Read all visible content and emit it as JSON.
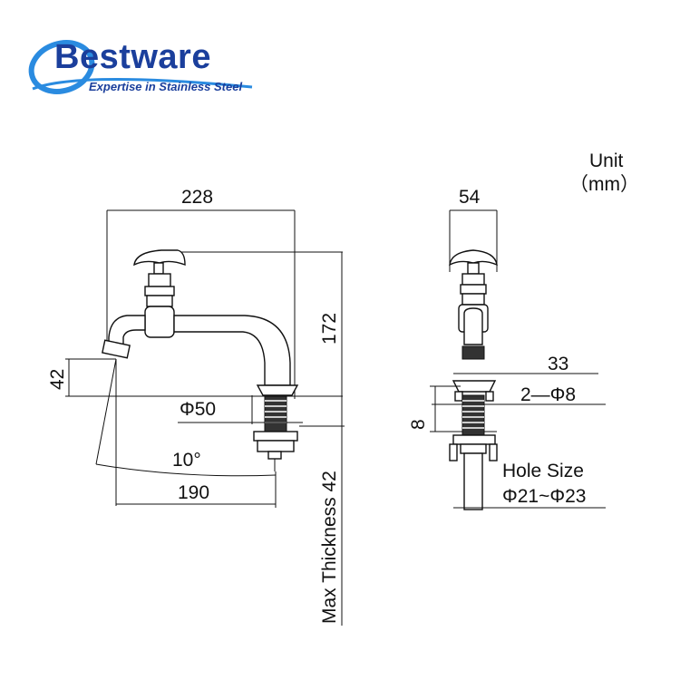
{
  "brand": {
    "name": "Bestware",
    "tagline": "Expertise in Stainless Steel",
    "color": "#1b3f9c"
  },
  "unit": {
    "label": "Unit",
    "value": "（mm）"
  },
  "dimensions": {
    "width_total": "228",
    "height_total": "172",
    "spout_height": "42",
    "base_diameter": "Φ50",
    "angle": "10°",
    "spout_reach": "190",
    "max_thickness": "Max Thickness 42",
    "side_width": "54",
    "side_depth": "33",
    "side_bolt": "2—Φ8",
    "side_plate": "8",
    "hole_size_label": "Hole Size",
    "hole_size_value": "Φ21~Φ23"
  }
}
